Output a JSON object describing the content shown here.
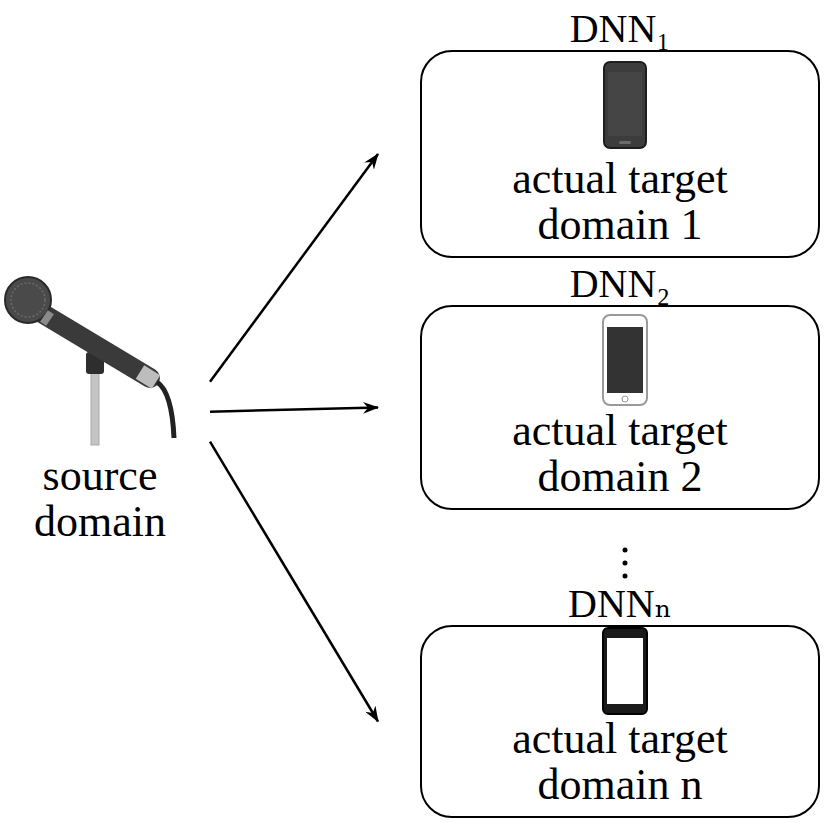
{
  "diagram": {
    "nodes": [
      {
        "text": [
          "source domain"
        ]
      },
      {
        "text": [
          "DNN₁",
          "actual target domain 1"
        ]
      },
      {
        "text": [
          "DNN₂",
          "actual target domain 2"
        ]
      },
      {
        "text": [
          "DNNₙ",
          "actual target domain n"
        ]
      }
    ],
    "edges": [
      {
        "from": 0,
        "to": 1,
        "arrow": "to"
      },
      {
        "from": 0,
        "to": 2,
        "arrow": "to"
      },
      {
        "from": 0,
        "to": 3,
        "arrow": "to"
      }
    ]
  }
}
